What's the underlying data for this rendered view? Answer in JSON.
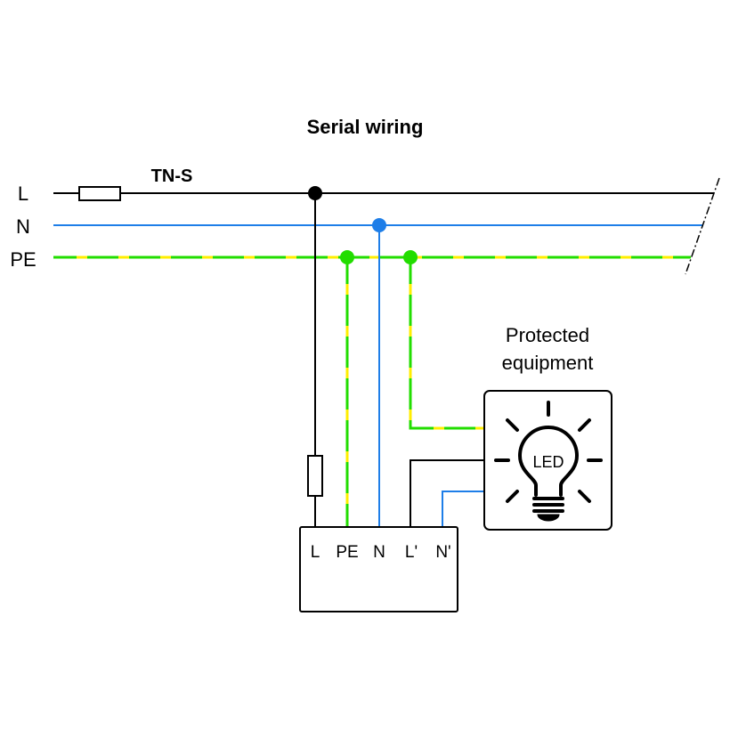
{
  "title": "Serial wiring",
  "system_label": "TN-S",
  "conductors": [
    {
      "id": "L",
      "label": "L",
      "color": "#000000"
    },
    {
      "id": "N",
      "label": "N",
      "color": "#1e7ee8"
    },
    {
      "id": "PE",
      "label": "PE",
      "color": "#22dd00",
      "stripe_color": "#ffee00"
    }
  ],
  "device": {
    "terminals": [
      "L",
      "PE",
      "N",
      "L'",
      "N'"
    ]
  },
  "equipment": {
    "caption_line1": "Protected",
    "caption_line2": "equipment",
    "icon": "led-bulb-icon",
    "bulb_label": "LED"
  },
  "colors": {
    "line": "#000000",
    "neutral": "#1e7ee8",
    "pe_green": "#22dd00",
    "pe_yellow": "#ffee00"
  }
}
